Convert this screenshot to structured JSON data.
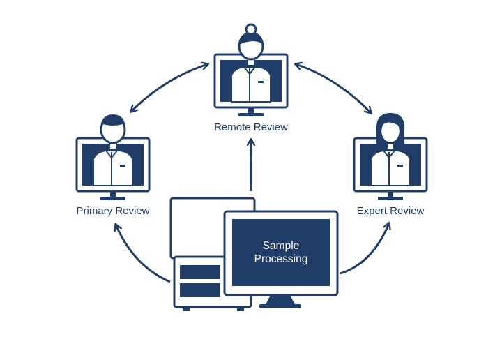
{
  "diagram": {
    "nodes": {
      "remote": {
        "label": "Remote Review"
      },
      "primary": {
        "label": "Primary Review"
      },
      "expert": {
        "label": "Expert Review"
      },
      "processing": {
        "label_line1": "Sample",
        "label_line2": "Processing"
      }
    },
    "colors": {
      "navy": "#1f3d67",
      "background": "#ffffff"
    }
  }
}
